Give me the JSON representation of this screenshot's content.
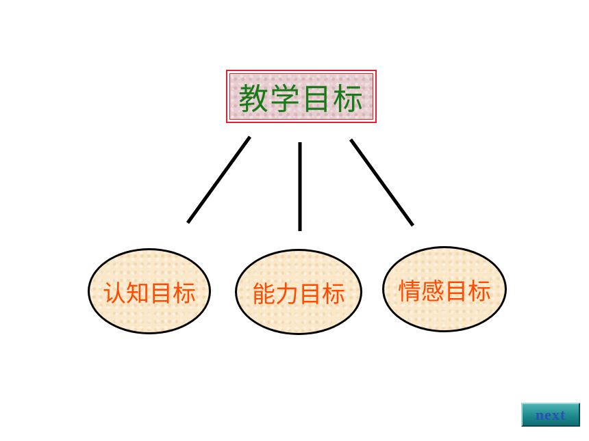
{
  "root": {
    "title": "教学目标"
  },
  "children": [
    {
      "label": "认知目标"
    },
    {
      "label": "能力目标"
    },
    {
      "label": "情感目标"
    }
  ],
  "navigation": {
    "next_label": "next"
  },
  "colors": {
    "root_text": "#1a7a1a",
    "root_border": "#e0202a",
    "root_fill": "#e7cdd0",
    "child_text": "#ff4a00",
    "child_fill": "#fbe8c8",
    "connector": "#000000",
    "button_fill": "#1e8a8f",
    "button_text": "#2b4fb8"
  }
}
